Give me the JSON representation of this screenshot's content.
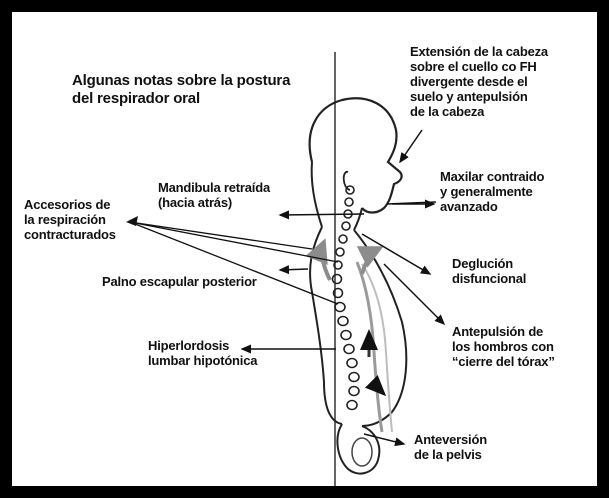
{
  "title_line1": "Algunas notas sobre la postura",
  "title_line2": "del respirador oral",
  "labels": {
    "extension": [
      "Extensión de la cabeza",
      "sobre el cuello co FH",
      "divergente desde el",
      "suelo y antepulsión",
      "de la cabeza"
    ],
    "maxilar": [
      "Maxilar contraido",
      "y generalmente",
      "avanzado"
    ],
    "mandibula": [
      "Mandibula retraída",
      "(hacia atrás)"
    ],
    "accesorios": [
      "Accesorios de",
      "la respiración",
      "contracturados"
    ],
    "escapular": [
      "Palno escapular posterior"
    ],
    "deglucion": [
      "Deglución",
      "disfuncional"
    ],
    "hombros": [
      "Antepulsión de",
      "los hombros con",
      "“cierre del tórax”"
    ],
    "hiperlordosis": [
      "Hiperlordosis",
      "lumbar hipotónica"
    ],
    "pelvis": [
      "Anteversión",
      "de la pelvis"
    ]
  },
  "colors": {
    "ink": "#111111",
    "figure": "#2a2a2a",
    "accent_gray": "#9a9a9a",
    "border": "#000000"
  }
}
